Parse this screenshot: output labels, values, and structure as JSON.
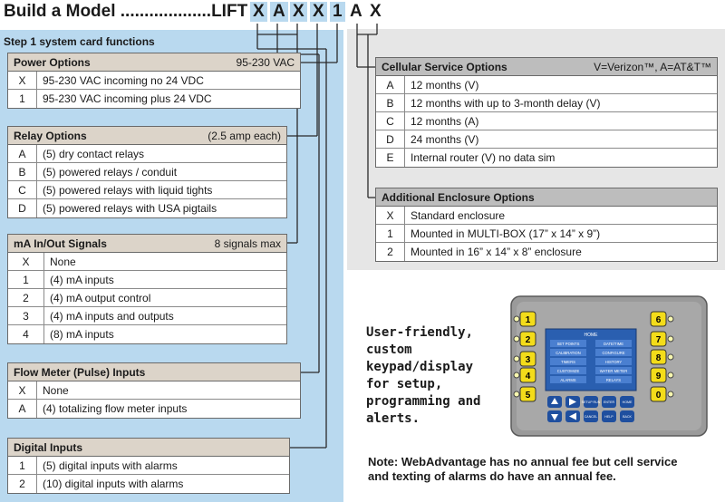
{
  "header": {
    "title": "Build a Model ...................LIFT -",
    "letters": [
      "X",
      "A",
      "X",
      "X",
      "1",
      "A",
      "X"
    ]
  },
  "step_title": "Step 1 system card functions",
  "tables": {
    "power": {
      "title": "Power Options",
      "note": "95-230 VAC",
      "rows": [
        {
          "code": "X",
          "desc": "95-230 VAC incoming no 24 VDC"
        },
        {
          "code": "1",
          "desc": "95-230 VAC incoming plus 24 VDC"
        }
      ]
    },
    "relay": {
      "title": "Relay Options",
      "note": "(2.5 amp each)",
      "rows": [
        {
          "code": "A",
          "desc": "(5) dry contact relays"
        },
        {
          "code": "B",
          "desc": "(5) powered relays / conduit"
        },
        {
          "code": "C",
          "desc": "(5) powered relays with liquid tights"
        },
        {
          "code": "D",
          "desc": "(5) powered relays with USA pigtails"
        }
      ]
    },
    "ma": {
      "title": "mA In/Out Signals",
      "note": "8 signals max",
      "rows": [
        {
          "code": "X",
          "desc": "None"
        },
        {
          "code": "1",
          "desc": "(4) mA inputs"
        },
        {
          "code": "2",
          "desc": "(4) mA output control"
        },
        {
          "code": "3",
          "desc": "(4) mA inputs and outputs"
        },
        {
          "code": "4",
          "desc": "(8) mA inputs"
        }
      ]
    },
    "flow": {
      "title": "Flow Meter (Pulse) Inputs",
      "note": "",
      "rows": [
        {
          "code": "X",
          "desc": "None"
        },
        {
          "code": "A",
          "desc": "(4) totalizing flow meter inputs"
        }
      ]
    },
    "digital": {
      "title": "Digital Inputs",
      "note": "",
      "rows": [
        {
          "code": "1",
          "desc": "(5) digital inputs with alarms"
        },
        {
          "code": "2",
          "desc": "(10) digital inputs with alarms"
        }
      ]
    },
    "cellular": {
      "title": "Cellular Service Options",
      "note": "V=Verizon™, A=AT&T™",
      "rows": [
        {
          "code": "A",
          "desc": "12 months (V)"
        },
        {
          "code": "B",
          "desc": "12 months with up to 3-month delay (V)"
        },
        {
          "code": "C",
          "desc": "12 months (A)"
        },
        {
          "code": "D",
          "desc": "24 months (V)"
        },
        {
          "code": "E",
          "desc": "Internal router (V) no data sim"
        }
      ]
    },
    "enclosure": {
      "title": "Additional Enclosure Options",
      "note": "",
      "rows": [
        {
          "code": "X",
          "desc": "Standard enclosure"
        },
        {
          "code": "1",
          "desc": "Mounted in MULTI-BOX (17” x 14” x 9”)"
        },
        {
          "code": "2",
          "desc": "Mounted in 16” x 14” x 8” enclosure"
        }
      ]
    }
  },
  "keypad": {
    "left_keys": [
      "1",
      "2",
      "3",
      "4",
      "5"
    ],
    "right_keys": [
      "6",
      "7",
      "8",
      "9",
      "0"
    ],
    "screen_title": "HOME",
    "screen_left": [
      "SET POINTS",
      "CALIBRATION",
      "TIMERS",
      "CUSTOMIZE",
      "ALARMS"
    ],
    "screen_right": [
      "DATE/TIME",
      "CONFIGURE",
      "HISTORY",
      "WATER METER",
      "RELAYS"
    ],
    "buttons_top": [
      "SETUP RUN",
      "ENTER",
      "HOME"
    ],
    "buttons_bottom": [
      "CANCEL",
      "HELP",
      "BACK"
    ]
  },
  "promo_text": "User-friendly, custom keypad/display for setup, programming and alerts.",
  "note_text": "Note: WebAdvantage has no annual fee but cell service and texting of alarms do have an annual fee.",
  "colors": {
    "left_panel": "#b9d9ef",
    "right_panel": "#e6e6e6",
    "header_left": "#dcd4c9",
    "header_right": "#bdbdbd",
    "key_yellow": "#f3dc1a",
    "screen_blue": "#2a5fb0"
  }
}
